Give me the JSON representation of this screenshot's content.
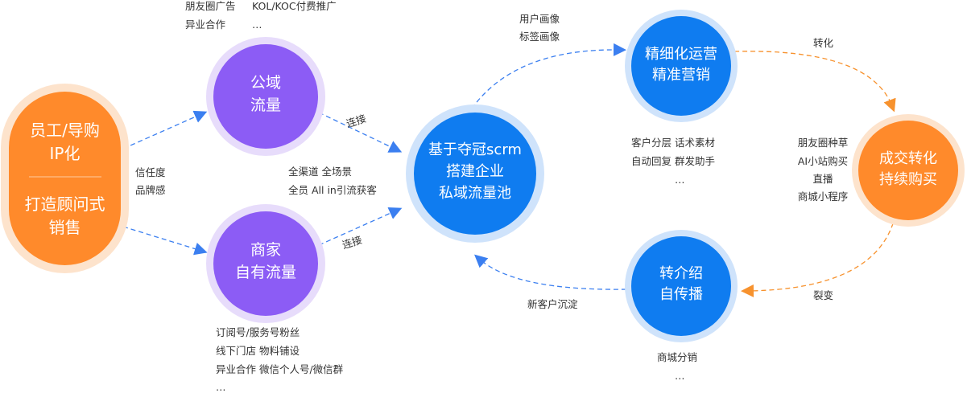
{
  "colors": {
    "orange": "#ff8a2b",
    "orange_halo": "#fde3cc",
    "purple": "#8c5cf5",
    "purple_halo": "#e7dcfb",
    "blue": "#0f7cf0",
    "blue_halo": "#cfe3fb",
    "arrow_blue": "#3b7ff0",
    "arrow_orange": "#f7922e"
  },
  "nodes": {
    "employee": {
      "line1": "员工/导购",
      "line2": "IP化",
      "line3": "打造顾问式",
      "line4": "销售"
    },
    "public": {
      "line1": "公域",
      "line2": "流量"
    },
    "merchant": {
      "line1": "商家",
      "line2": "自有流量"
    },
    "pool": {
      "line1": "基于夺冠scrm",
      "line2": "搭建企业",
      "line3": "私域流量池"
    },
    "refined": {
      "line1": "精细化运营",
      "line2": "精准营销"
    },
    "deal": {
      "line1": "成交转化",
      "line2": "持续购买"
    },
    "referral": {
      "line1": "转介绍",
      "line2": "自传播"
    }
  },
  "notes": {
    "public_top": [
      "朋友圈广告",
      "KOL/KOC付费推广",
      "异业合作",
      "…"
    ],
    "trust": [
      "信任度",
      "品牌感"
    ],
    "channels": [
      "全渠道  全场景",
      "全员  All in引流获客"
    ],
    "merchant_bottom": [
      "订阅号/服务号粉丝",
      "线下门店   物料铺设",
      "异业合作   微信个人号/微信群",
      "…"
    ],
    "portrait": [
      "用户画像",
      "标签画像"
    ],
    "ops_tools": [
      "客户分层   话术素材",
      "自动回复   群发助手",
      "…"
    ],
    "deal_channels": [
      "朋友圈种草",
      "AI小站购买",
      "直播",
      "商城小程序"
    ],
    "referral_bottom": [
      "商城分销",
      "…"
    ]
  },
  "edges": {
    "connect_top": "连接",
    "connect_bottom": "连接",
    "conversion": "转化",
    "fission": "裂变",
    "new_customers": "新客户沉淀"
  }
}
